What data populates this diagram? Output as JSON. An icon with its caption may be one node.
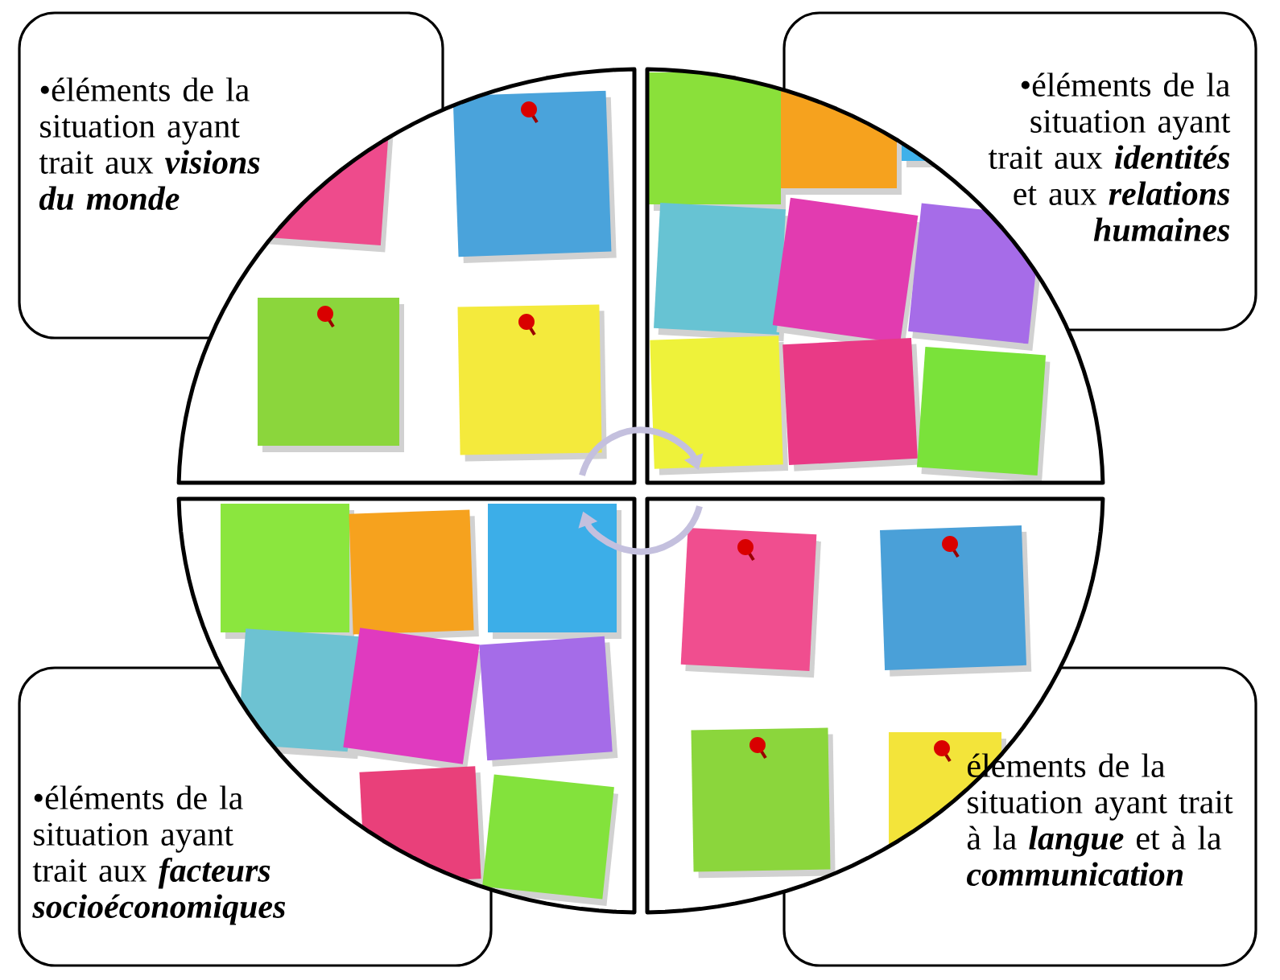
{
  "diagram": {
    "nodes": [
      {
        "text": [
          "•éléments de la situation ayant trait aux **visions du monde**"
        ]
      },
      {
        "text": [
          "•éléments de la situation ayant trait aux **identités** et aux **relations humaines**"
        ]
      },
      {
        "text": [
          "•éléments de la situation ayant trait aux **facteurs socioéconomiques**"
        ]
      },
      {
        "text": [
          "éléments de la situation ayant trait à la **langue** et à la **communication**"
        ]
      },
      {
        "text": [],
        "shape": "picture"
      },
      {
        "text": [],
        "shape": "picture"
      },
      {
        "text": [],
        "shape": "picture"
      },
      {
        "text": [],
        "shape": "picture"
      }
    ],
    "edges": [
      {
        "from": 4,
        "to": 5,
        "arrow": "to"
      },
      {
        "from": 7,
        "to": 6,
        "arrow": "to"
      }
    ]
  }
}
